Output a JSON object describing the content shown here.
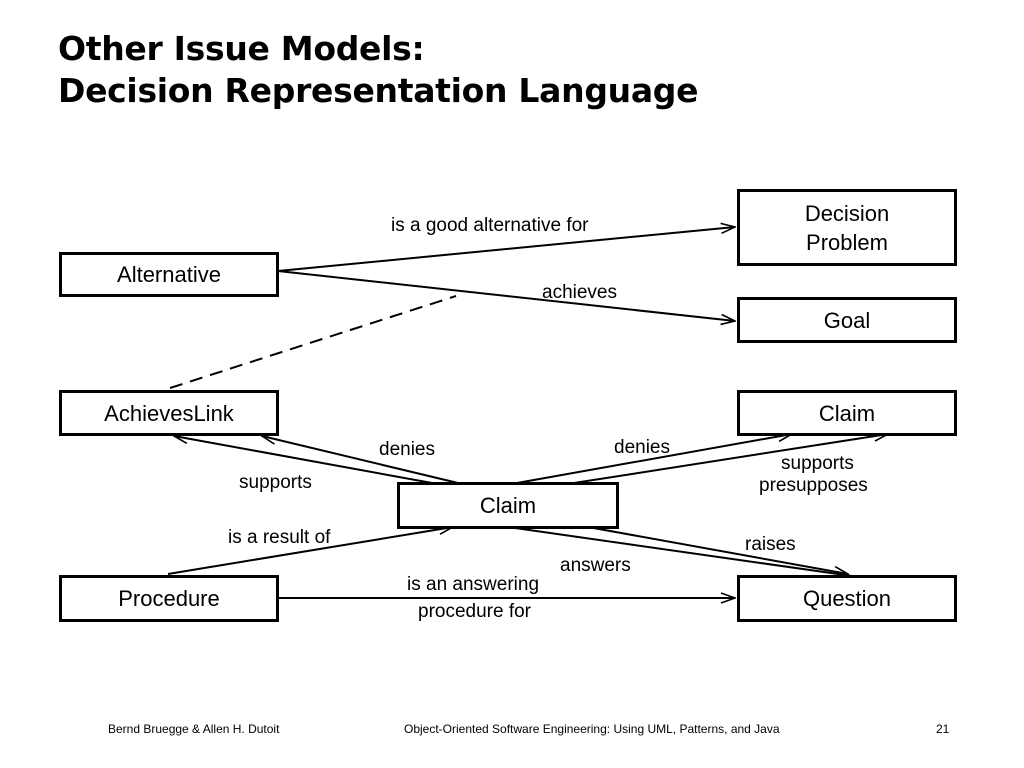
{
  "title": {
    "line1": "Other Issue Models:",
    "line2": "Decision Representation Language"
  },
  "nodes": {
    "decision_problem": "Decision\nProblem",
    "alternative": "Alternative",
    "goal": "Goal",
    "achieves_link": "AchievesLink",
    "claim_right": "Claim",
    "claim_center": "Claim",
    "procedure": "Procedure",
    "question": "Question"
  },
  "edges": {
    "good_alternative_for": "is a good alternative for",
    "achieves": "achieves",
    "denies_left": "denies",
    "denies_right": "denies",
    "supports_left": "supports",
    "supports_right": "supports",
    "presupposes": "presupposes",
    "is_a_result_of": "is a result of",
    "raises": "raises",
    "answers": "answers",
    "answering_procedure_line1": "is an answering",
    "answering_procedure_line2": "procedure for"
  },
  "footer": {
    "authors": "Bernd Bruegge & Allen H. Dutoit",
    "book": "Object-Oriented Software Engineering: Using UML, Patterns, and Java",
    "page": "21"
  }
}
